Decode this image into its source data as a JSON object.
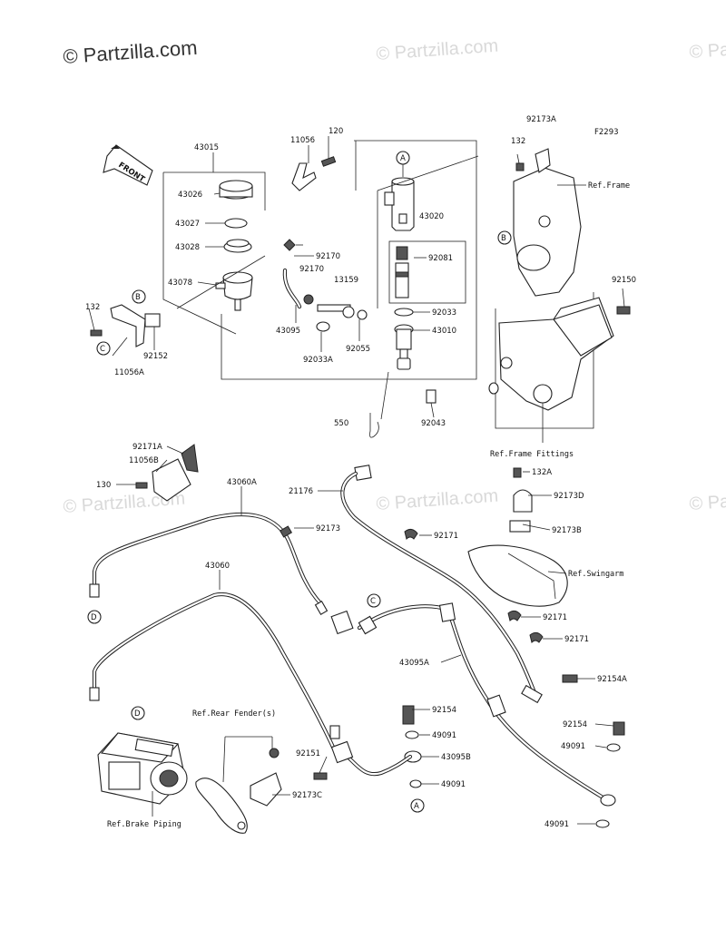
{
  "watermarks": {
    "main": "© Partzilla.com",
    "faded": "© Partzilla.com"
  },
  "figure_code": "F2293",
  "front_arrow": "FRONT",
  "colors": {
    "line": "#222222",
    "watermark_main": "#333333",
    "watermark_faded": "#d9d9d9",
    "background": "#ffffff"
  },
  "part_labels": {
    "p43015": "43015",
    "p11056": "11056",
    "p120": "120",
    "p43026": "43026",
    "p43027": "43027",
    "p43028": "43028",
    "p43078": "43078",
    "p92170a": "92170",
    "p92170b": "92170",
    "p13159": "13159",
    "p43095": "43095",
    "p92033A": "92033A",
    "p92055": "92055",
    "p43020": "43020",
    "p92081": "92081",
    "p92033": "92033",
    "p43010": "43010",
    "p550": "550",
    "p92043": "92043",
    "p132": "132",
    "p11056A": "11056A",
    "p92152": "92152",
    "p92173A": "92173A",
    "p132b": "132",
    "p92150": "92150",
    "p92171A": "92171A",
    "p11056B": "11056B",
    "p130": "130",
    "p43060A": "43060A",
    "p92173": "92173",
    "p21176": "21176",
    "p92171a": "92171",
    "p132A": "132A",
    "p92173D": "92173D",
    "p92173B": "92173B",
    "p43060": "43060",
    "p92171b": "92171",
    "p92171c": "92171",
    "p43095A": "43095A",
    "p92154A": "92154A",
    "p92154a": "92154",
    "p49091a": "49091",
    "p92151": "92151",
    "p43095B": "43095B",
    "p49091b": "49091",
    "p92154b": "92154",
    "p49091c": "49091",
    "p92173C": "92173C",
    "p49091d": "49091"
  },
  "references": {
    "frame": "Ref.Frame",
    "frame_fittings": "Ref.Frame Fittings",
    "swingarm": "Ref.Swingarm",
    "rear_fender": "Ref.Rear Fender(s)",
    "brake_piping": "Ref.Brake Piping"
  },
  "callouts": {
    "A": "A",
    "B": "B",
    "C": "C",
    "D": "D"
  }
}
